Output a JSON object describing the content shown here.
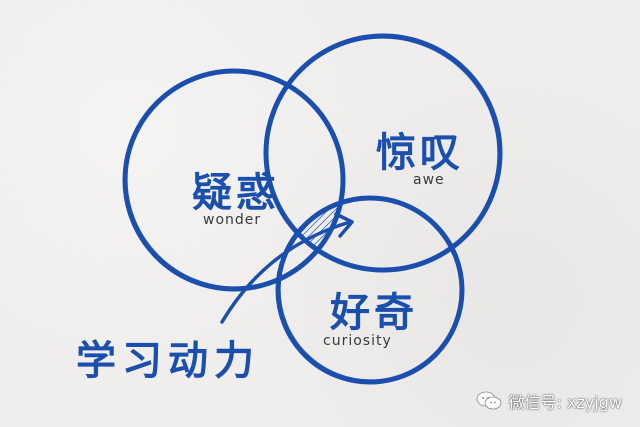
{
  "circles": [
    {
      "zh": "疑惑",
      "en": "wonder"
    },
    {
      "zh": "惊叹",
      "en": "awe"
    },
    {
      "zh": "好奇",
      "en": "curiosity"
    }
  ],
  "pointer_label": "学习动力",
  "watermark": {
    "text": "微信号: xzyjgw",
    "icon": "wechat-icon"
  },
  "colors": {
    "stroke": "#1b4fae",
    "hatch": "#1b4fae",
    "background": "#efeeed",
    "subtitle_text": "#3a3a3a"
  }
}
